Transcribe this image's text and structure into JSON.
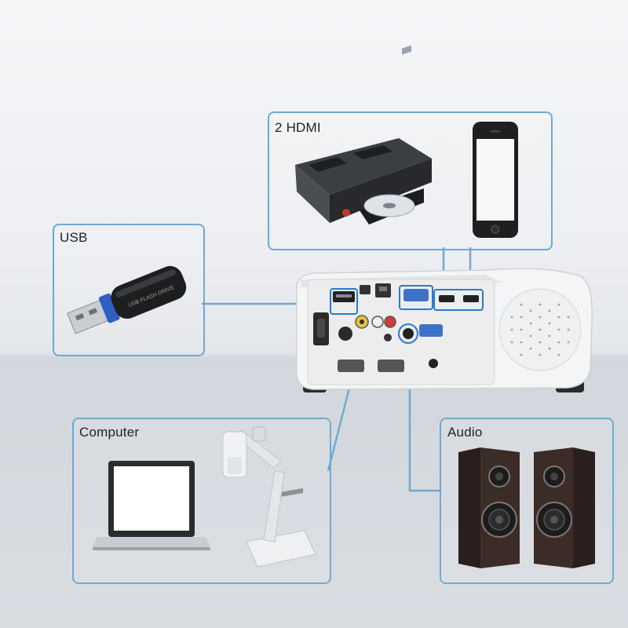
{
  "groups": {
    "hdmi": {
      "label": "2 HDMI"
    },
    "usb": {
      "label": "USB"
    },
    "computer": {
      "label": "Computer"
    },
    "audio": {
      "label": "Audio"
    }
  },
  "colors": {
    "box_border": "#6fa9d3",
    "port_highlight": "#2a7ad0",
    "background_top": "#f5f6f8",
    "background_bottom": "#d9dde2"
  }
}
